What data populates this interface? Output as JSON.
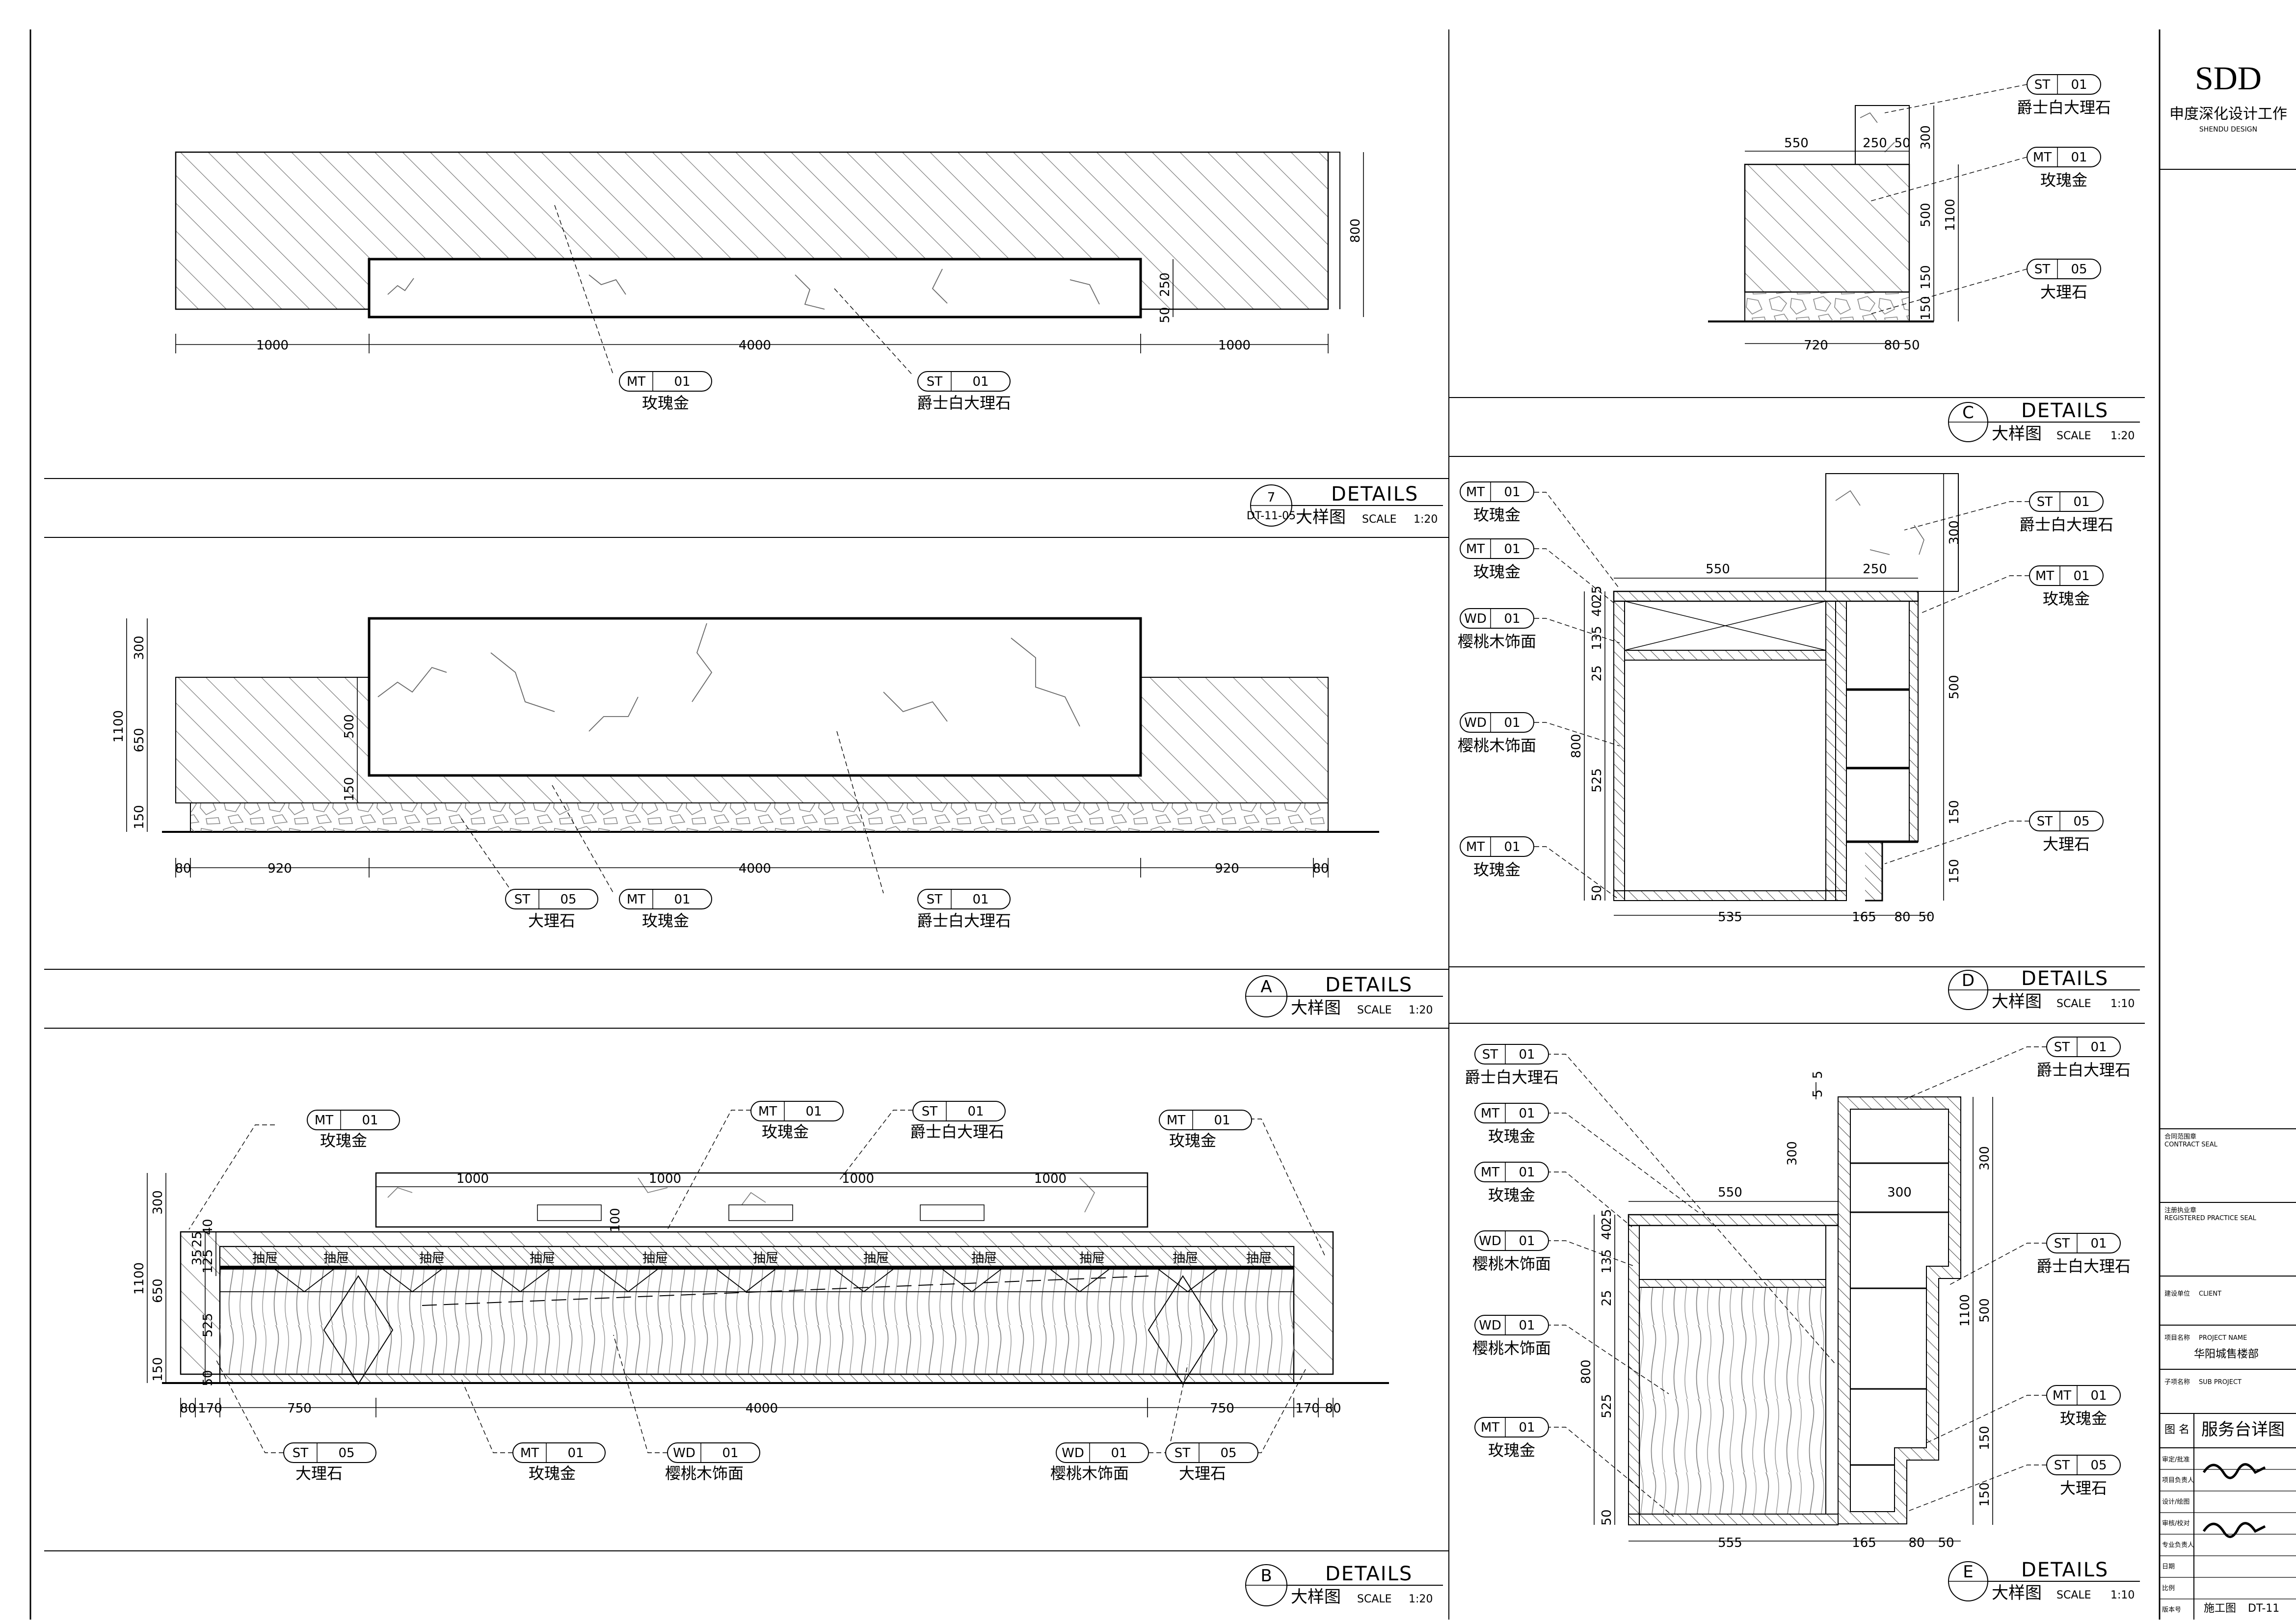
{
  "materials": {
    "mt01": {
      "code": "MT",
      "num": "01",
      "name": "玫瑰金"
    },
    "st01": {
      "code": "ST",
      "num": "01",
      "name": "爵士白大理石"
    },
    "st05": {
      "code": "ST",
      "num": "05",
      "name": "大理石"
    },
    "wd01": {
      "code": "WD",
      "num": "01",
      "name": "樱桃木饰面"
    }
  },
  "drawer_label": "抽屉",
  "titles": {
    "t7": {
      "tag": "7",
      "ref": "DT-11-05",
      "en": "DETAILS",
      "cn": "大样图",
      "scale": "SCALE",
      "ratio": "1:20"
    },
    "ta": {
      "tag": "A",
      "en": "DETAILS",
      "cn": "大样图",
      "scale": "SCALE",
      "ratio": "1:20"
    },
    "tb": {
      "tag": "B",
      "en": "DETAILS",
      "cn": "大样图",
      "scale": "SCALE",
      "ratio": "1:20"
    },
    "tc": {
      "tag": "C",
      "en": "DETAILS",
      "cn": "大样图",
      "scale": "SCALE",
      "ratio": "1:20"
    },
    "td": {
      "tag": "D",
      "en": "DETAILS",
      "cn": "大样图",
      "scale": "SCALE",
      "ratio": "1:10"
    },
    "te": {
      "tag": "E",
      "en": "DETAILS",
      "cn": "大样图",
      "scale": "SCALE",
      "ratio": "1:10"
    }
  },
  "dims": {
    "p7": {
      "h": [
        "1000",
        "4000",
        "1000"
      ],
      "v": [
        "800",
        "250",
        "50"
      ]
    },
    "pa": {
      "h": [
        "80",
        "920",
        "4000",
        "920",
        "80"
      ],
      "vl": [
        "1100",
        "300",
        "650",
        "150"
      ],
      "vi": [
        "500",
        "150"
      ]
    },
    "pb": {
      "h": [
        "80",
        "170",
        "750",
        "4000",
        "750",
        "170",
        "80"
      ],
      "top": [
        "1000",
        "1000",
        "1000",
        "1000"
      ],
      "v": [
        "1100",
        "300",
        "650",
        "150",
        "25",
        "40",
        "35",
        "125",
        "525",
        "50"
      ],
      "mid": "100"
    },
    "pc": {
      "top": [
        "550",
        "250",
        "50"
      ],
      "bot": [
        "720",
        "80",
        "50"
      ],
      "v": [
        "300",
        "500",
        "150",
        "150",
        "1100"
      ]
    },
    "pd": {
      "top": [
        "550",
        "250"
      ],
      "bot": [
        "535",
        "165",
        "80",
        "50"
      ],
      "vl": [
        "800",
        "25",
        "40",
        "135",
        "25",
        "525",
        "50"
      ],
      "vr": [
        "300",
        "500",
        "150",
        "150"
      ]
    },
    "pe": {
      "top": [
        "550",
        "300"
      ],
      "bot": [
        "555",
        "165",
        "80",
        "50"
      ],
      "vl": [
        "25",
        "40",
        "135",
        "25",
        "800",
        "525",
        "50"
      ],
      "vr": [
        "300",
        "500",
        "1100",
        "150",
        "150"
      ],
      "small": [
        "5",
        "5"
      ]
    }
  },
  "titleblock": {
    "brand": "SDD",
    "company": "申度深化设计工作",
    "company_en": "SHENDU DESIGN",
    "fields": [
      {
        "label": "合同范围章",
        "en": "CONTRACT SEAL"
      },
      {
        "label": "注册执业章",
        "en": "REGISTERED PRACTICE SEAL"
      },
      {
        "label": "建设单位",
        "en": "CLIENT"
      },
      {
        "label": "项目名称",
        "en": "PROJECT NAME",
        "value": "华阳城售楼部"
      },
      {
        "label": "子项名称",
        "en": "SUB PROJECT"
      }
    ],
    "drawing_label": "图 名",
    "drawing_name": "服务台详图",
    "rows": [
      "审定/批准",
      "项目负责人",
      "设计/绘图",
      "审核/校对",
      "专业负责人",
      "日期",
      "比例",
      "版本号"
    ],
    "stage": "施工图",
    "sheet_no": "DT-11"
  }
}
